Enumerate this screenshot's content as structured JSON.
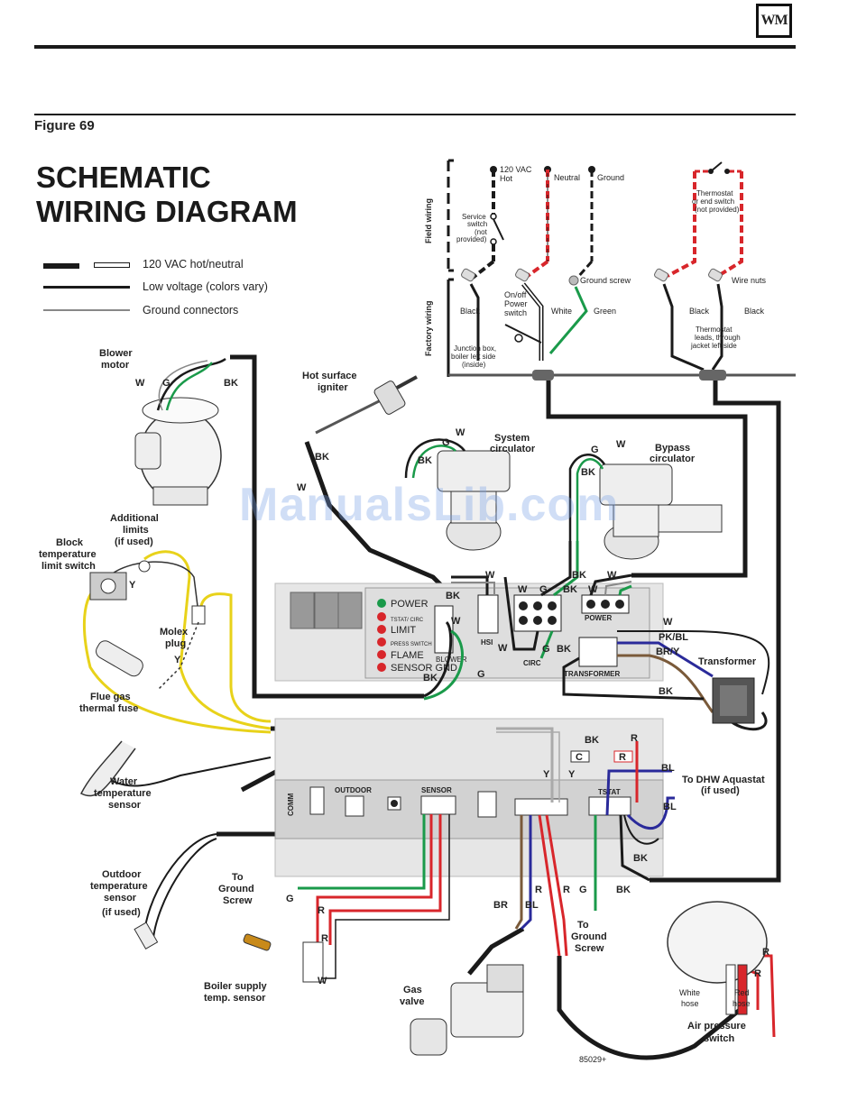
{
  "header": {
    "logo_text": "WM",
    "figure_label": "Figure 69"
  },
  "title": {
    "line1": "SCHEMATIC",
    "line2": "WIRING DIAGRAM"
  },
  "legend": {
    "items": [
      {
        "label": "120 VAC hot/neutral"
      },
      {
        "label": "Low voltage (colors vary)"
      },
      {
        "label": "Ground connectors"
      }
    ]
  },
  "watermark": "ManualsLib.com",
  "colors": {
    "hot": "#1a1a1a",
    "red": "#d8262b",
    "green": "#1a9a4a",
    "yellow": "#e8d21a",
    "blue": "#2a2a9a",
    "brown": "#7a5a3a",
    "panel": "#e6e6e6"
  },
  "field": {
    "section_field": "Field wiring",
    "section_factory": "Factory wiring",
    "vac_hot": "120 VAC\nHot",
    "neutral": "Neutral",
    "ground": "Ground",
    "service_switch": "Service switch (not provided)",
    "thermostat": "Thermostat or end switch (not provided)",
    "ground_screw": "Ground screw",
    "wire_nuts": "Wire nuts",
    "onoff": "On/off Power switch",
    "black1": "Black",
    "white": "White",
    "green": "Green",
    "black2": "Black",
    "black3": "Black",
    "thermo_leads": "Thermostat leads, through jacket left side",
    "junction": "Junction box, boiler left side (inside)"
  },
  "components": {
    "blower_motor": "Blower motor",
    "hsi": "Hot surface igniter",
    "system_circ": "System circulator",
    "bypass_circ": "Bypass circulator",
    "additional_limits": "Additional limits (if used)",
    "block_temp": "Block temperature limit switch",
    "molex": "Molex plug",
    "flue_gas": "Flue gas thermal fuse",
    "water_temp": "Water temperature sensor",
    "transformer": "Transformer",
    "dhw": "To DHW Aquastat (if used)",
    "outdoor_sensor": "Outdoor temperature sensor (if used)",
    "ground_screw_left": "To Ground Screw",
    "boiler_supply": "Boiler supply temp. sensor",
    "gas_valve": "Gas valve",
    "ground_screw_right": "To Ground Screw",
    "air_pressure": "Air pressure switch",
    "white_hose": "White hose",
    "red_hose": "Red hose",
    "part_no": "85029+"
  },
  "control_board": {
    "status": [
      "POWER",
      "TSTAT/ CIRC",
      "LIMIT",
      "PRESS SWITCH",
      "FLAME",
      "SENSOR GND"
    ],
    "hsi": "HSI",
    "blower": "BLOWER",
    "circ": "CIRC",
    "power": "POWER",
    "transformer": "TRANSFORMER",
    "comm": "COMM",
    "outdoor": "OUTDOOR",
    "sensor": "SENSOR",
    "tstat": "TSTAT",
    "c": "C",
    "r": "R"
  },
  "wire_labels": {
    "w": "W",
    "g": "G",
    "bk": "BK",
    "y": "Y",
    "r": "R",
    "bl": "BL",
    "br": "BR",
    "pkbl": "PK/BL",
    "bry": "BR/Y"
  }
}
